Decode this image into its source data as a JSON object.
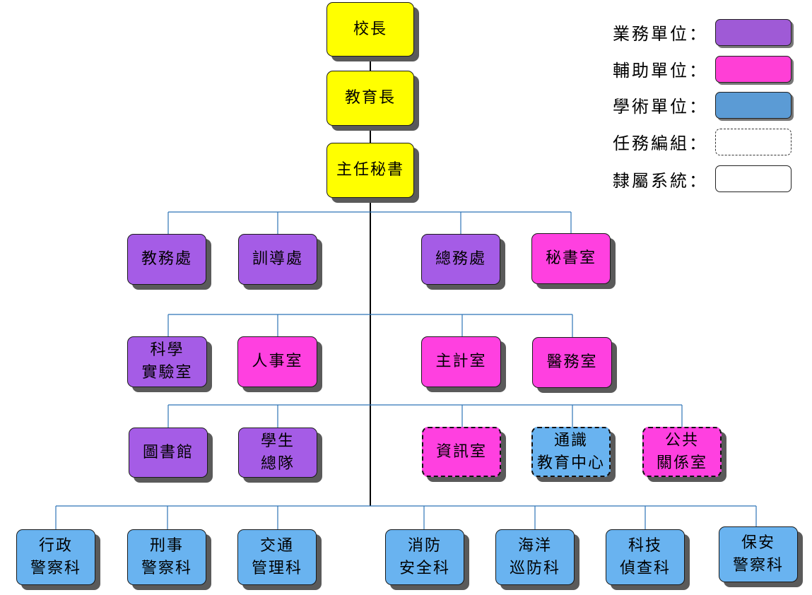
{
  "org": {
    "president": "校長",
    "provost": "教育長",
    "chief_secretary": "主任秘書"
  },
  "units": {
    "academic_affairs": "教務處",
    "student_affairs": "訓導處",
    "general_affairs": "總務處",
    "secretariat": "秘書室",
    "science_lab": [
      "科學",
      "實驗室"
    ],
    "personnel": "人事室",
    "accounting": "主計室",
    "medical": "醫務室",
    "library": "圖書館",
    "cadet_corps": [
      "學生",
      "總隊"
    ],
    "it_office": "資訊室",
    "general_education": [
      "通識",
      "教育中心"
    ],
    "public_relations": [
      "公共",
      "關係室"
    ]
  },
  "departments": {
    "admin_police": [
      "行政",
      "警察科"
    ],
    "criminal_police": [
      "刑事",
      "警察科"
    ],
    "traffic": [
      "交通",
      "管理科"
    ],
    "fire_safety": [
      "消防",
      "安全科"
    ],
    "maritime": [
      "海洋",
      "巡防科"
    ],
    "tech_investigation": [
      "科技",
      "偵查科"
    ],
    "security_police": [
      "保安",
      "警察科"
    ]
  },
  "legend": [
    {
      "label": "業務單位：",
      "style": "purple"
    },
    {
      "label": "輔助單位：",
      "style": "pink"
    },
    {
      "label": "學術單位：",
      "style": "blue"
    },
    {
      "label": "任務編組：",
      "style": "dashed"
    },
    {
      "label": "隸屬系統：",
      "style": "plain"
    }
  ],
  "colors": {
    "leadership": "#ffff00",
    "business_unit": "#a55ce6",
    "auxiliary_unit": "#ff40e0",
    "academic_unit": "#69b3f0",
    "connector": "#2e75b6"
  }
}
